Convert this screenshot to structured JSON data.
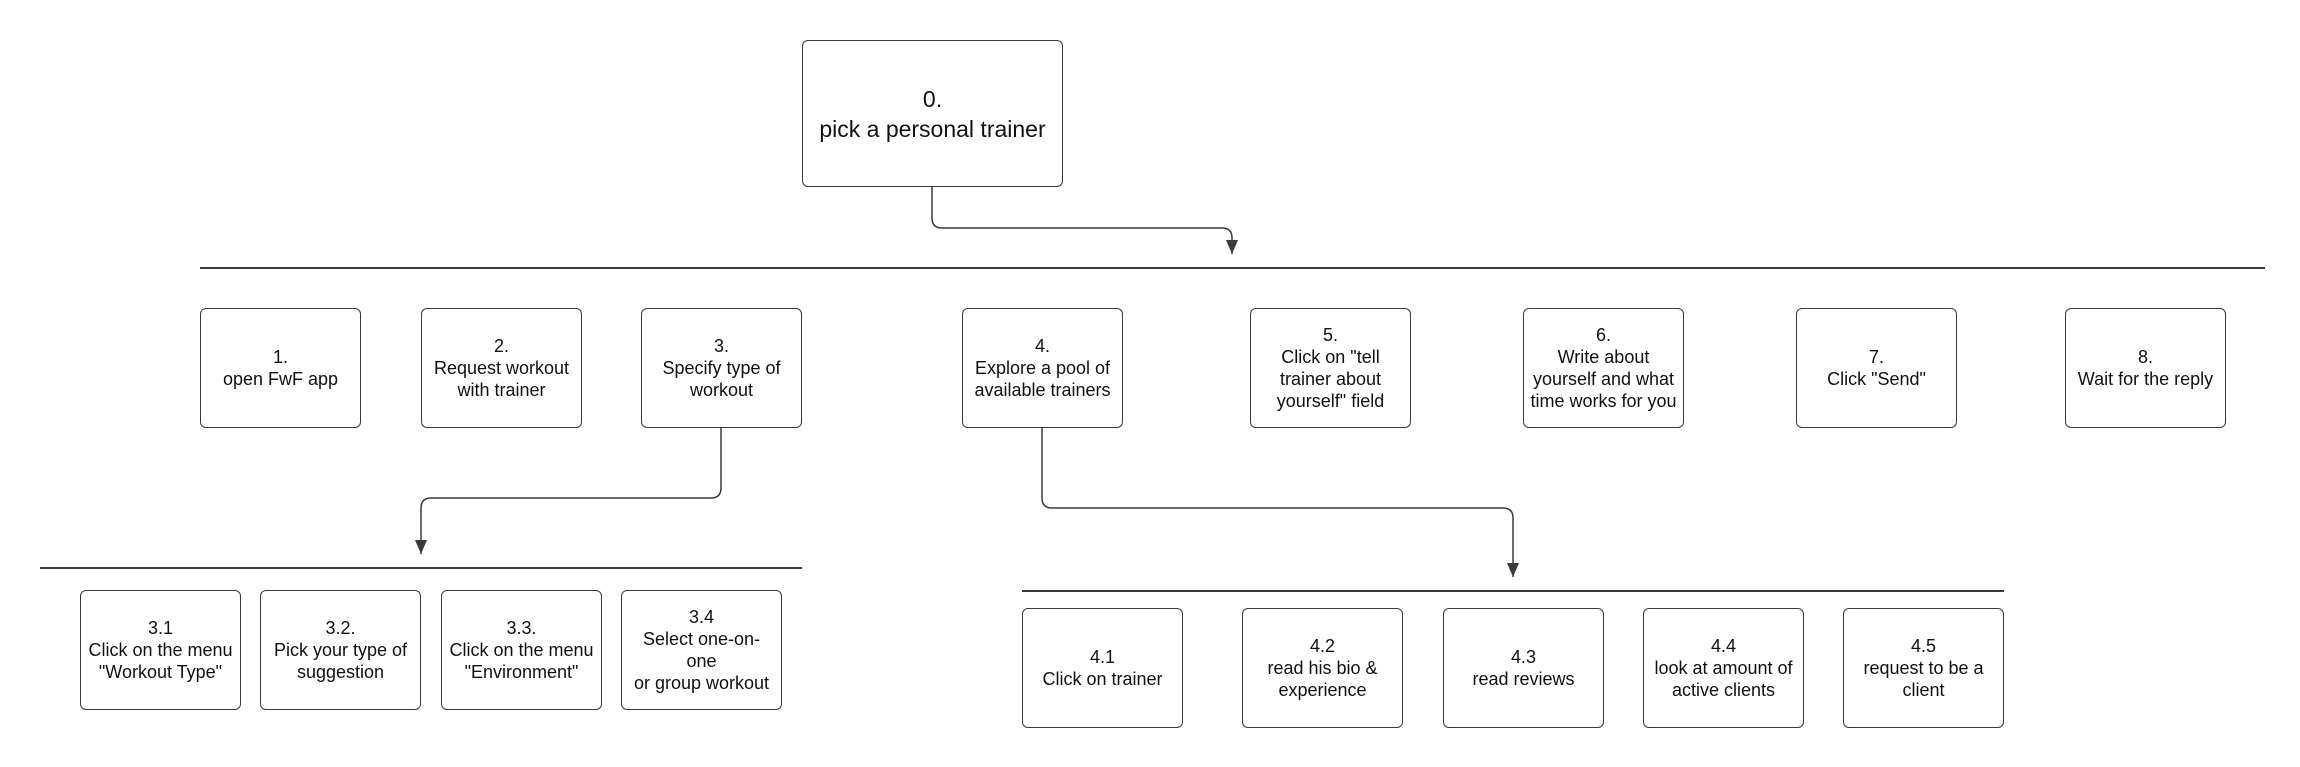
{
  "diagram": {
    "root": {
      "number": "0.",
      "label": "pick a personal trainer"
    },
    "steps": [
      {
        "number": "1.",
        "label": "open FwF app"
      },
      {
        "number": "2.",
        "label": "Request workout\nwith trainer"
      },
      {
        "number": "3.",
        "label": "Specify type of\nworkout"
      },
      {
        "number": "4.",
        "label": "Explore a pool of\navailable trainers"
      },
      {
        "number": "5.",
        "label": "Click on \"tell\ntrainer about\nyourself\" field"
      },
      {
        "number": "6.",
        "label": "Write about\nyourself and what\ntime works for you"
      },
      {
        "number": "7.",
        "label": "Click \"Send\""
      },
      {
        "number": "8.",
        "label": "Wait for the reply"
      }
    ],
    "substeps_3": [
      {
        "number": "3.1",
        "label": "Click on the menu\n\"Workout Type\""
      },
      {
        "number": "3.2.",
        "label": "Pick your type of\nsuggestion"
      },
      {
        "number": "3.3.",
        "label": "Click on the menu\n\"Environment\""
      },
      {
        "number": "3.4",
        "label": "Select one-on-one\nor group workout"
      }
    ],
    "substeps_4": [
      {
        "number": "4.1",
        "label": "Click on trainer"
      },
      {
        "number": "4.2",
        "label": "read his bio &\nexperience"
      },
      {
        "number": "4.3",
        "label": "read reviews"
      },
      {
        "number": "4.4",
        "label": "look at amount of\nactive clients"
      },
      {
        "number": "4.5",
        "label": "request to be a\nclient"
      }
    ],
    "colors": {
      "line": "#3a3a3a",
      "border": "#3a3a3a",
      "text": "#111111",
      "background": "#ffffff"
    }
  }
}
